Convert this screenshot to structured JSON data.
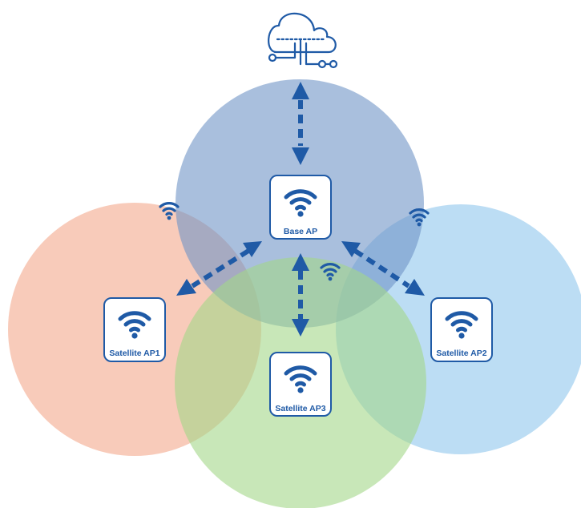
{
  "colors": {
    "accent": "#1f5aa6",
    "base_circle": "#6f95c7",
    "satellite1_circle": "#f4a98c",
    "satellite2_circle": "#8fc6ec",
    "satellite3_circle": "#a3d788",
    "box_fill": "#ffffff"
  },
  "nodes": {
    "cloud": {
      "icon": "cloud-network-icon"
    },
    "base_ap": {
      "label": "Base AP",
      "icon": "wifi-icon"
    },
    "satellite_ap1": {
      "label": "Satellite AP1",
      "icon": "wifi-icon"
    },
    "satellite_ap2": {
      "label": "Satellite AP2",
      "icon": "wifi-icon"
    },
    "satellite_ap3": {
      "label": "Satellite AP3",
      "icon": "wifi-icon"
    }
  },
  "links": [
    {
      "from": "cloud",
      "to": "base_ap",
      "style": "dashed-bidirectional"
    },
    {
      "from": "base_ap",
      "to": "satellite_ap1",
      "style": "dashed-bidirectional"
    },
    {
      "from": "base_ap",
      "to": "satellite_ap2",
      "style": "dashed-bidirectional"
    },
    {
      "from": "base_ap",
      "to": "satellite_ap3",
      "style": "dashed-bidirectional"
    }
  ],
  "overlap_signals": {
    "count": 3,
    "icon": "wifi-signal-icon"
  }
}
